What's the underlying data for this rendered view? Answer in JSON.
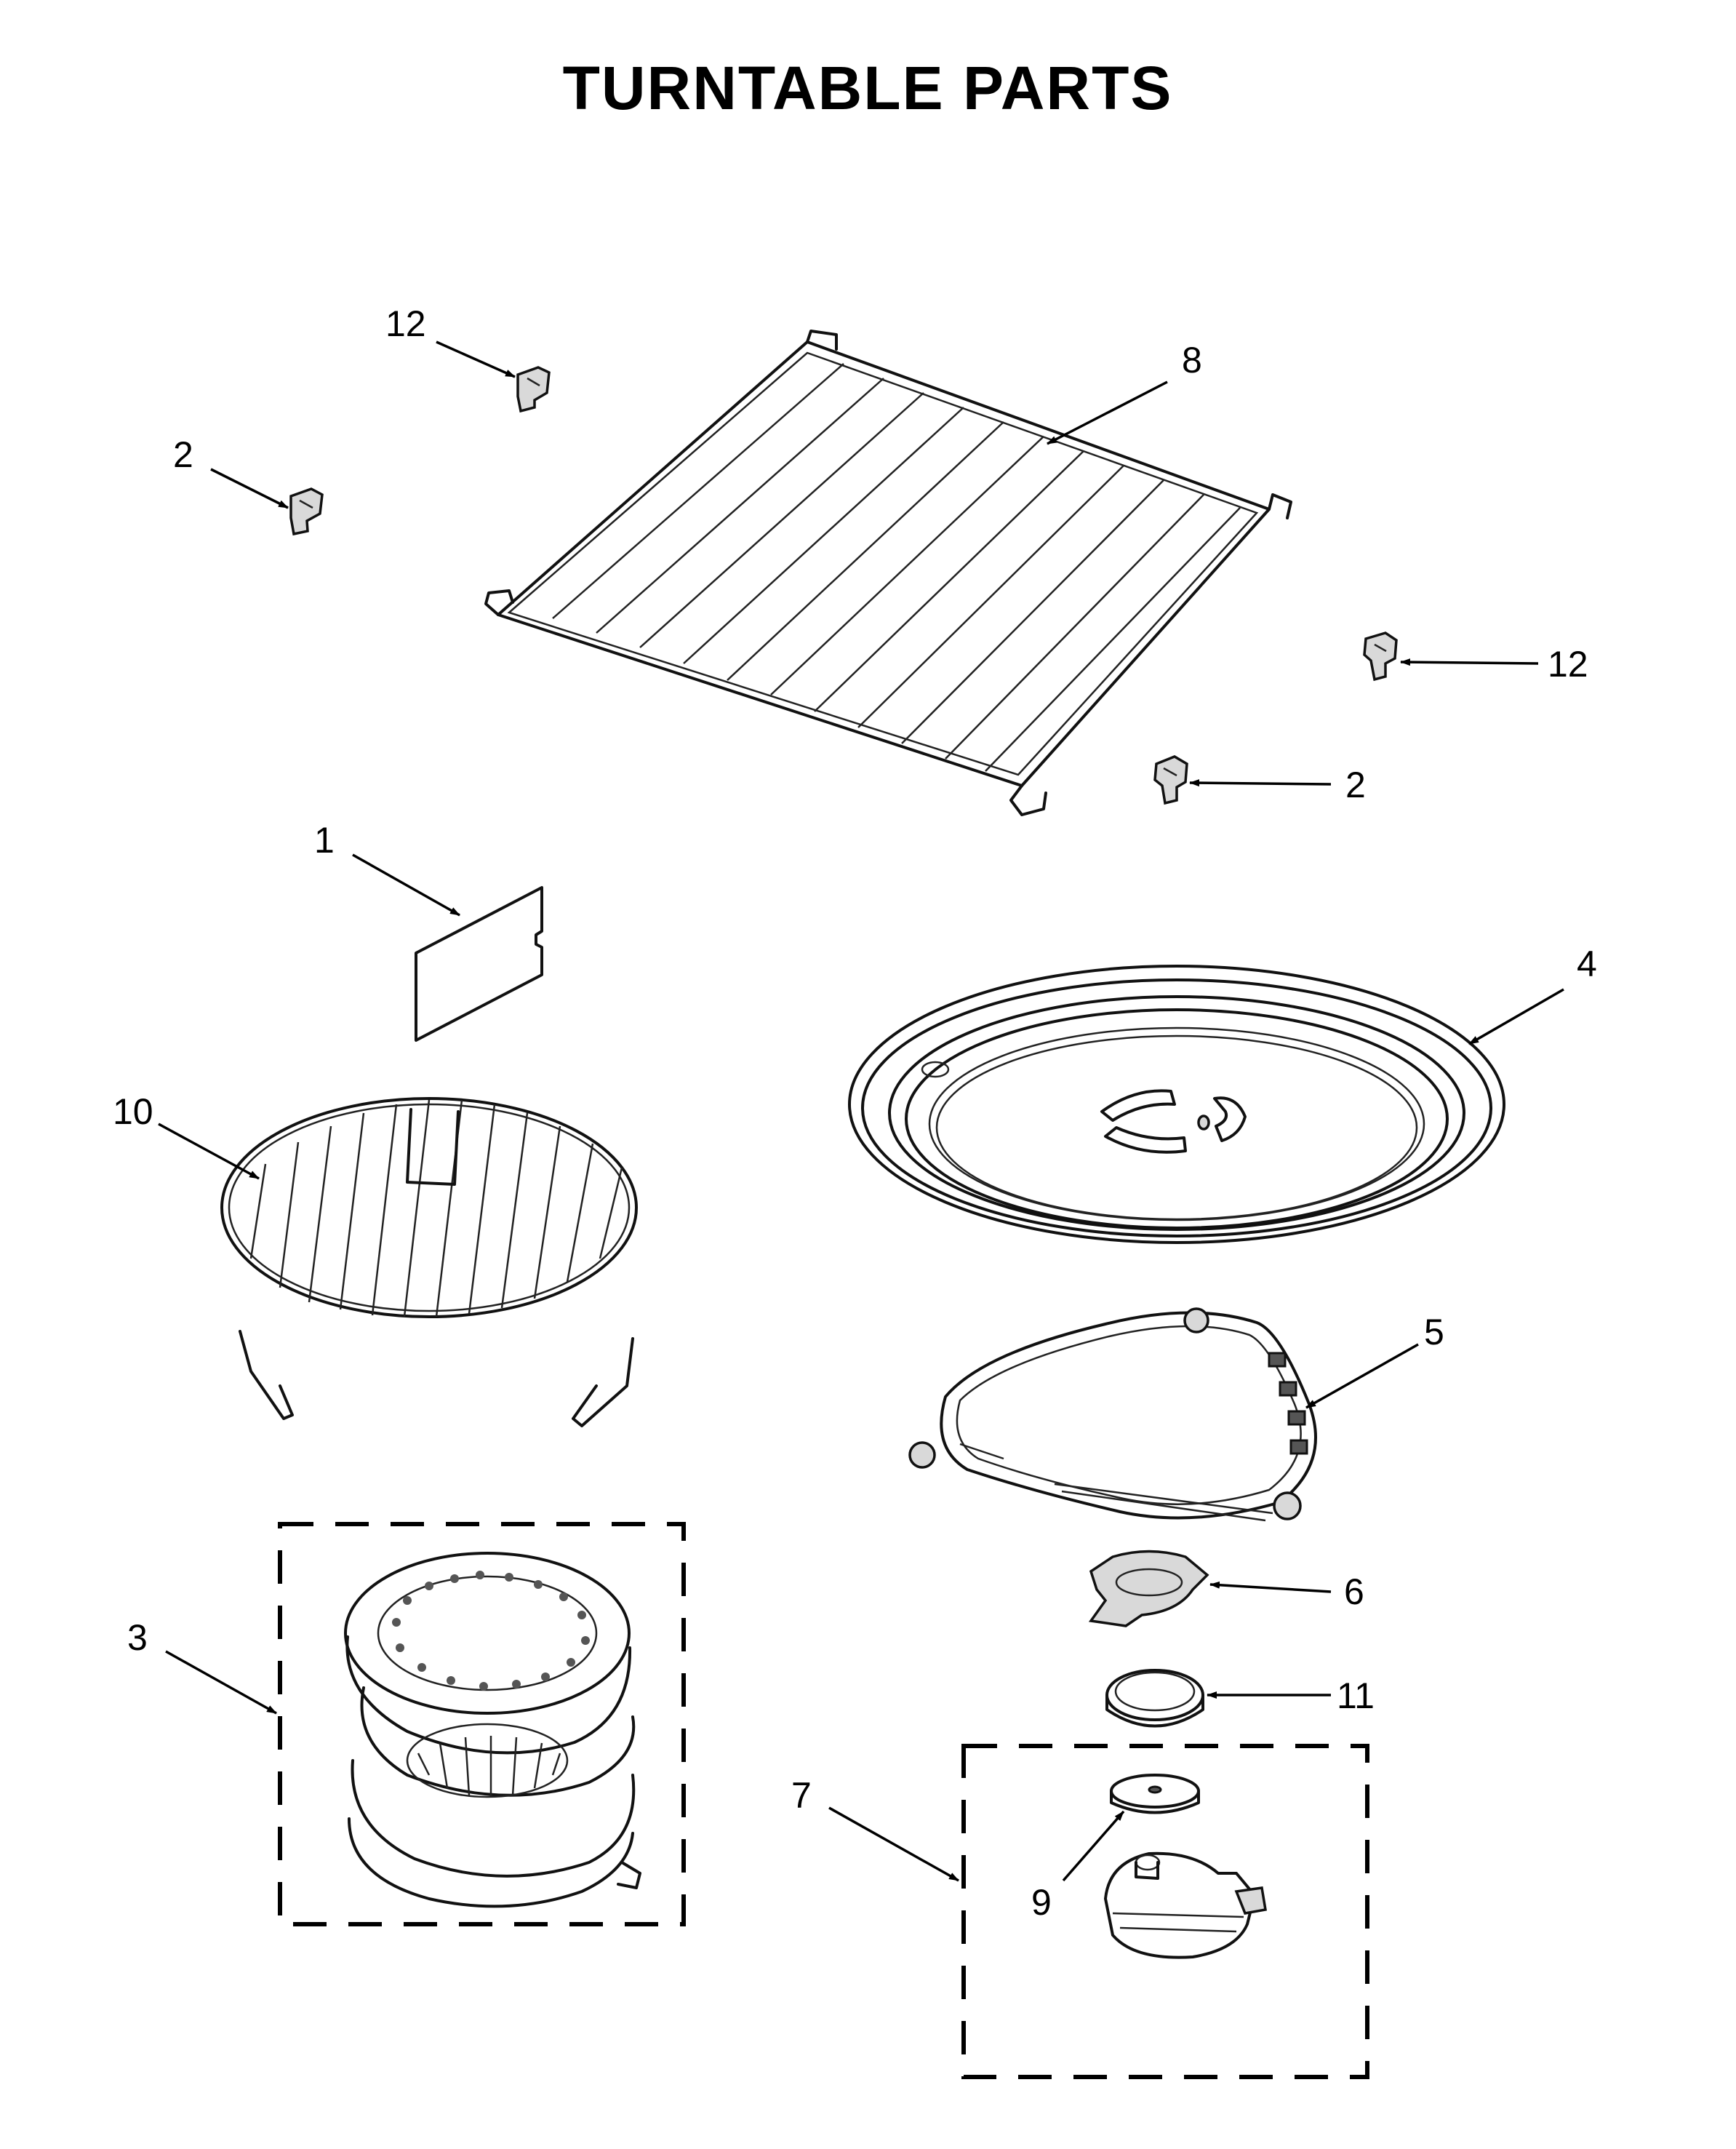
{
  "title": "TURNTABLE PARTS",
  "callouts": {
    "c12a": "12",
    "c8": "8",
    "c2a": "2",
    "c12b": "12",
    "c2b": "2",
    "c1": "1",
    "c4": "4",
    "c10": "10",
    "c5": "5",
    "c6": "6",
    "c3": "3",
    "c11": "11",
    "c7": "7",
    "c9": "9"
  }
}
